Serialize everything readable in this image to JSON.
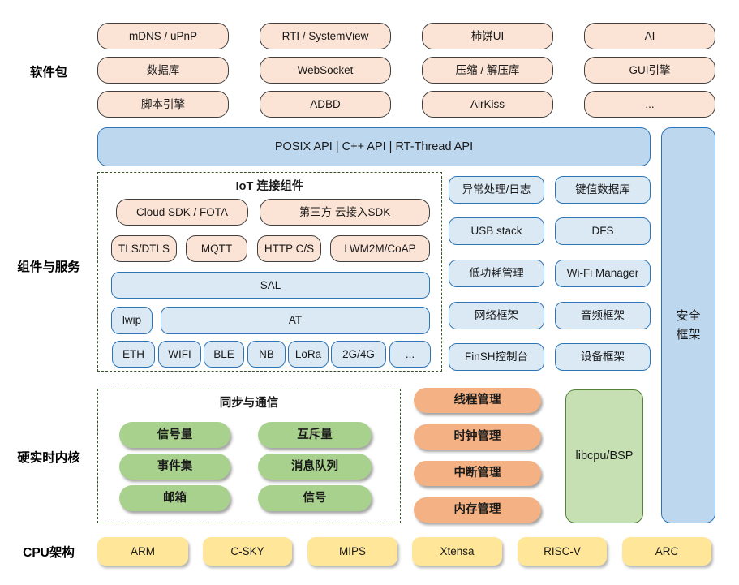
{
  "colors": {
    "peach_fill": "#FBE3D5",
    "peach_border": "#3F3F3F",
    "blue_fill": "#BDD7EE",
    "blue_light": "#DBE9F5",
    "blue_border": "#2E75B6",
    "green_pill": "#A9D18E",
    "libcpu_fill": "#C6E0B4",
    "libcpu_border": "#538135",
    "orange_pill": "#F4B183",
    "yellow_fill": "#FFE699",
    "dash_border": "#375623",
    "text": "#1A1A1A"
  },
  "row_labels": {
    "software": "软件包",
    "components": "组件与服务",
    "kernel": "硬实时内核",
    "cpu": "CPU架构"
  },
  "software_packages": {
    "rows": [
      [
        "mDNS / uPnP",
        "RTI / SystemView",
        "柿饼UI",
        "AI"
      ],
      [
        "数据库",
        "WebSocket",
        "压缩 / 解压库",
        "GUI引擎"
      ],
      [
        "脚本引擎",
        "ADBD",
        "AirKiss",
        "..."
      ]
    ]
  },
  "api_band": {
    "label": "POSIX API  |  C++ API  |  RT-Thread API"
  },
  "security_bar": {
    "label": "安全\n框架"
  },
  "iot_box": {
    "title": "IoT 连接组件",
    "cloud_sdk": "Cloud SDK / FOTA",
    "third_party_sdk": "第三方 云接入SDK",
    "protocols": [
      "TLS/DTLS",
      "MQTT",
      "HTTP C/S",
      "LWM2M/CoAP"
    ],
    "sal": "SAL",
    "lwip": "lwip",
    "at": "AT",
    "links": [
      "ETH",
      "WIFI",
      "BLE",
      "NB",
      "LoRa",
      "2G/4G",
      "..."
    ]
  },
  "services": {
    "grid": [
      [
        "异常处理/日志",
        "键值数据库"
      ],
      [
        "USB stack",
        "DFS"
      ],
      [
        "低功耗管理",
        "Wi-Fi Manager"
      ],
      [
        "网络框架",
        "音频框架"
      ],
      [
        "FinSH控制台",
        "设备框架"
      ]
    ]
  },
  "sync_box": {
    "title": "同步与通信",
    "items": [
      [
        "信号量",
        "互斥量"
      ],
      [
        "事件集",
        "消息队列"
      ],
      [
        "邮箱",
        "信号"
      ]
    ]
  },
  "kernel_mgmt": [
    "线程管理",
    "时钟管理",
    "中断管理",
    "内存管理"
  ],
  "libcpu": {
    "label": "libcpu/BSP"
  },
  "cpu_archs": [
    "ARM",
    "C-SKY",
    "MIPS",
    "Xtensa",
    "RISC-V",
    "ARC"
  ]
}
